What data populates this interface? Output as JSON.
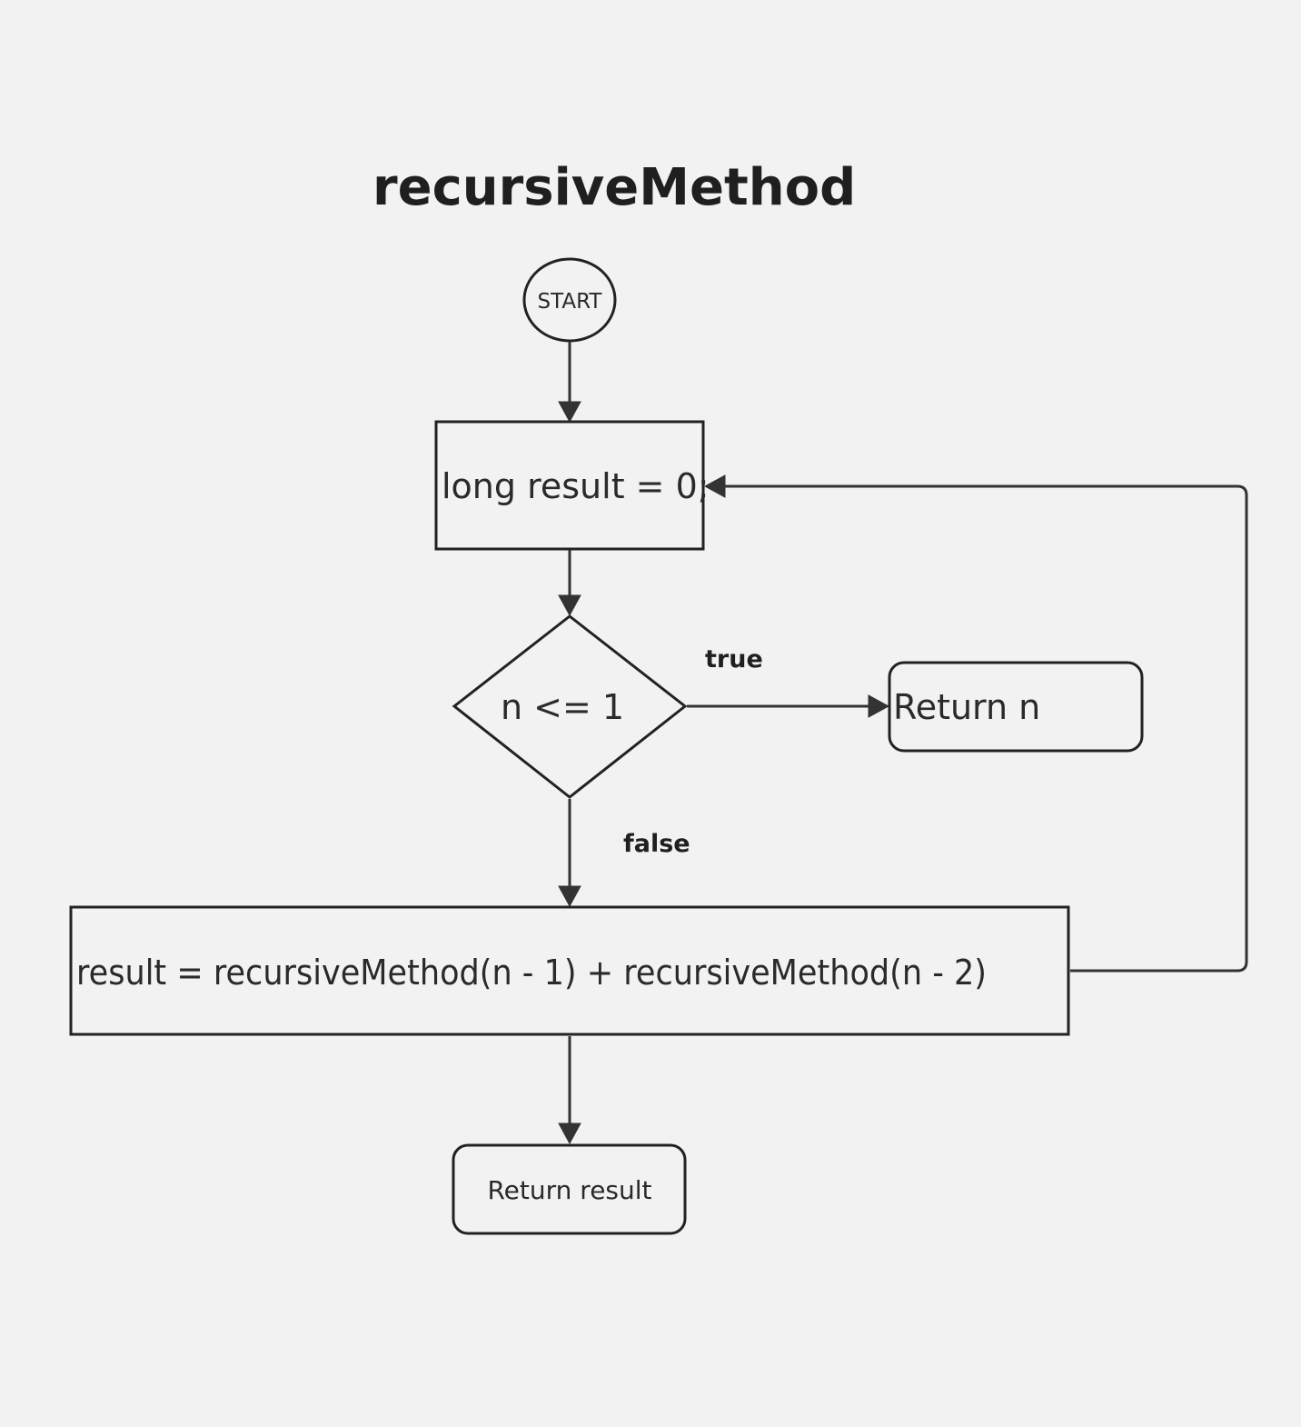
{
  "title": "recursiveMethod",
  "nodes": {
    "start": {
      "label": "START"
    },
    "init": {
      "label": "long result = 0;"
    },
    "decision": {
      "label": "n <= 1"
    },
    "return_n": {
      "label": "Return n"
    },
    "compute": {
      "label": "result = recursiveMethod(n - 1) + recursiveMethod(n - 2)"
    },
    "return_result": {
      "label": "Return result"
    }
  },
  "edges": {
    "decision_true": {
      "label": "true"
    },
    "decision_false": {
      "label": "false"
    }
  }
}
